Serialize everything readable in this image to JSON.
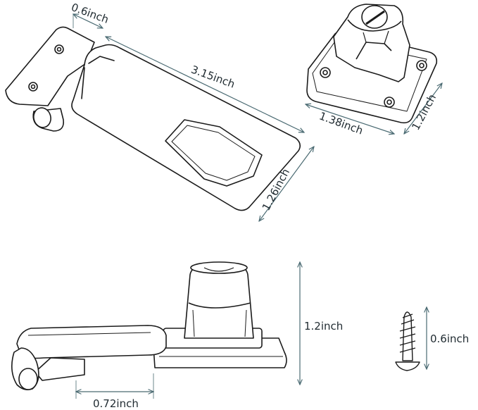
{
  "colors": {
    "line": "#1b1b1b",
    "dimension": "#4a6a72",
    "text": "#1f2a30"
  },
  "labels": {
    "hasp_thickness": "0.6inch",
    "hasp_length": "3.15inch",
    "hasp_width": "1.26inch",
    "staple_length": "1.38inch",
    "staple_width": "1.2inch",
    "staple_height": "1.2inch",
    "screw_length": "0.6inch",
    "hinge_offset": "0.72inch"
  }
}
